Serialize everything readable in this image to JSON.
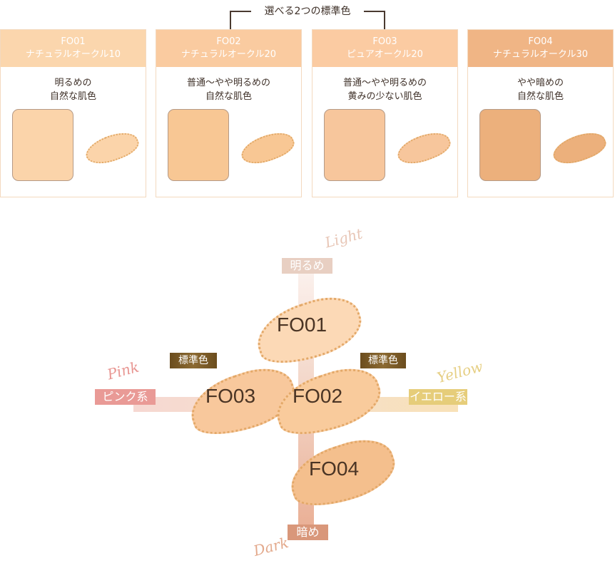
{
  "header": {
    "title": "選べる2つの標準色"
  },
  "cards": [
    {
      "code": "FO01",
      "name": "ナチュラルオークル10",
      "desc1": "明るめの",
      "desc2": "自然な肌色",
      "header_color": "#fbd6ad",
      "pan_color": "#fbd4aa"
    },
    {
      "code": "FO02",
      "name": "ナチュラルオークル20",
      "desc1": "普通～やや明るめの",
      "desc2": "自然な肌色",
      "header_color": "#facba0",
      "pan_color": "#f8c794"
    },
    {
      "code": "FO03",
      "name": "ピュアオークル20",
      "desc1": "普通～やや明るめの",
      "desc2": "黄みの少ない肌色",
      "header_color": "#fbcba2",
      "pan_color": "#f7c69c"
    },
    {
      "code": "FO04",
      "name": "ナチュラルオークル30",
      "desc1": "やや暗めの",
      "desc2": "自然な肌色",
      "header_color": "#f0b585",
      "pan_color": "#ecb07c"
    }
  ],
  "diagram": {
    "light_script": "Light",
    "light": "明るめ",
    "dark_script": "Dark",
    "dark": "暗め",
    "pink_script": "Pink",
    "pink": "ピンク系",
    "yellow_script": "Yellow",
    "yellow": "イエロー系",
    "standard_left": "標準色",
    "standard_right": "標準色",
    "fo01": "FO01",
    "fo02": "FO02",
    "fo03": "FO03",
    "fo04": "FO04"
  }
}
